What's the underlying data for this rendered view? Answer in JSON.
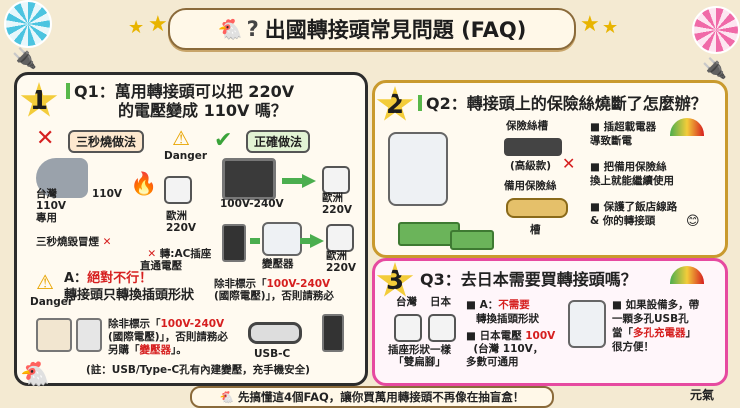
{
  "header": {
    "title": "出國轉接頭常見問題 (FAQ)"
  },
  "q1": {
    "number": "1",
    "title_line1": "Q1：萬用轉接頭可以把 220V",
    "title_line2": "的電壓變成 110V 嗎？",
    "bad_tag": "三秒燒做法",
    "good_tag": "正確做法",
    "danger": "Danger",
    "taiwan_label": "台灣\n110V\n專用",
    "v110": "110V",
    "europe1": "歐洲\n220V",
    "bad_caption1": "三秒燒毀冒煙",
    "bad_caption2": "轉:AC插座\n直通電壓",
    "good_v": "100V-240V",
    "europe2": "歐洲\n220V",
    "europe3": "歐洲\n220V",
    "transformer": "變壓器",
    "note_prefix": "除非標示「",
    "note_highlight": "100V-240V",
    "note_rest": "(國際電壓)」，否則請務必",
    "answer_label": "A：",
    "answer_highlight": "絕對不行！",
    "answer_text": "轉接頭只轉換插頭形狀",
    "danger2": "Danger",
    "note2_prefix": "除非標示「",
    "note2_highlight": "100V-240V",
    "note2_line2": "(國際電壓)」，否則請務必",
    "note2_line3_pre": "另購「",
    "note2_line3_hl": "變壓器",
    "note2_line3_post": "」。",
    "usbc": "USB-C",
    "footnote": "(註：USB/Type-C孔有內建變壓，充手機安全)"
  },
  "q2": {
    "number": "2",
    "title": "Q2：轉接頭上的保險絲燒斷了怎麼辦？",
    "fuse_slot": "保險絲槽",
    "high_grade": "(高級款)",
    "spare_fuse": "備用保險絲",
    "slot": "槽",
    "bullets": [
      "插超載電器\n導致斷電",
      "把備用保險絲\n換上就能繼續使用",
      "保護了飯店線路\n& 你的轉接頭"
    ]
  },
  "q3": {
    "number": "3",
    "title": "Q3：去日本需要買轉接頭嗎？",
    "tw": "台灣",
    "jp": "日本",
    "same_shape": "插座形狀一樣\n「雙扁腳」",
    "answer_label": "A：",
    "answer_highlight": "不需要",
    "answer_line2": "轉換插頭形狀",
    "jp_voltage_pre": "日本電壓 ",
    "jp_voltage_hl": "100V",
    "jp_voltage_rest": "(台灣 110V，\n多數可通用",
    "tip_line1": "如果設備多，帶",
    "tip_line2": "一顆多孔USB孔",
    "tip_line3_pre": "當「",
    "tip_line3_hl": "多孔充電器",
    "tip_line3_post": "」",
    "tip_line4": "很方便！"
  },
  "footer": {
    "text": "先搞懂這4個FAQ，讓你買萬用轉接頭不再像在抽盲盒！",
    "logo": "元氣"
  },
  "colors": {
    "accent_red": "#d61f1f",
    "green": "#4bae4f",
    "yellow": "#f3cc3a",
    "pink": "#e64aa0"
  }
}
